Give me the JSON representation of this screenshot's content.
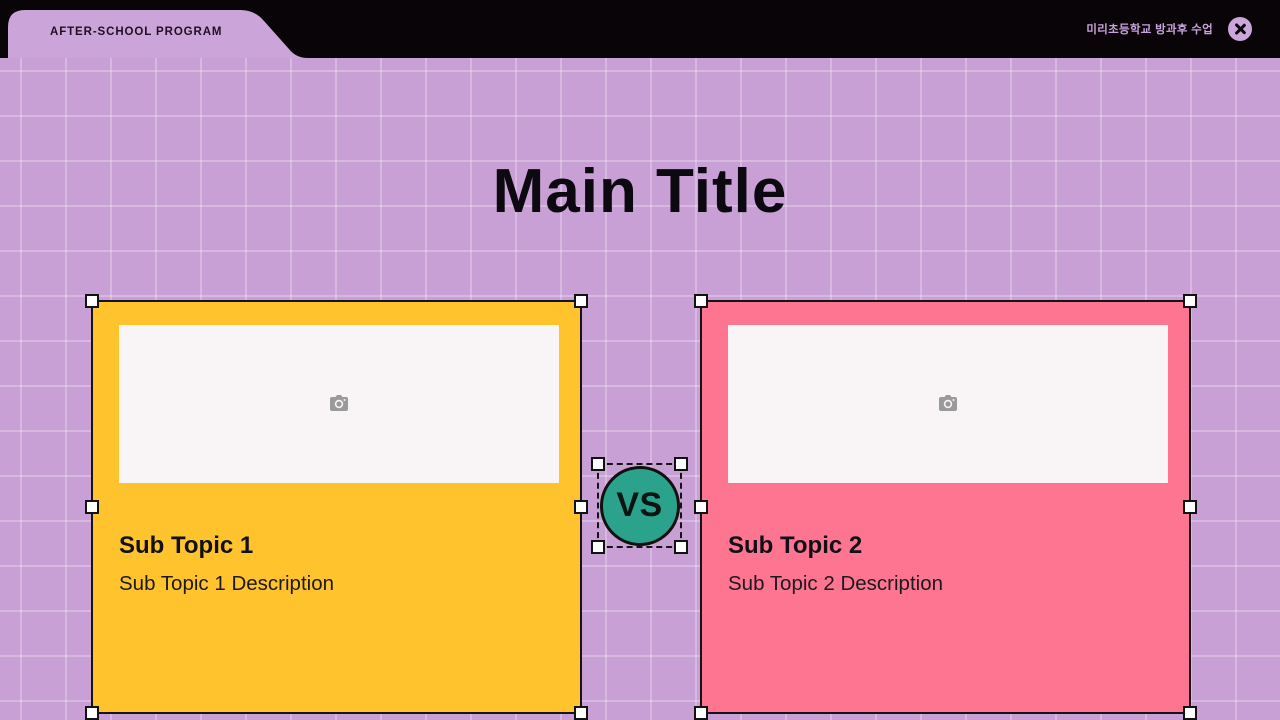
{
  "topbar": {
    "tab_label": "AFTER-SCHOOL PROGRAM",
    "doc_title": "미리초등학교 방과후 수업",
    "close_icon": "close-icon"
  },
  "slide": {
    "title": "Main Title",
    "vs": {
      "label": "VS",
      "color": "#2ba28c"
    },
    "cards": [
      {
        "title": "Sub Topic 1",
        "description": "Sub Topic 1 Description",
        "color": "#ffc32d",
        "placeholder_icon": "camera-icon"
      },
      {
        "title": "Sub Topic 2",
        "description": "Sub Topic 2 Description",
        "color": "#fd7590",
        "placeholder_icon": "camera-icon"
      }
    ]
  },
  "colors": {
    "topbar_background": "#080408",
    "tab_background": "#cba5d9",
    "canvas_background": "#c9a0d5",
    "card_yellow": "#ffc32d",
    "card_pink": "#fd7590",
    "vs_teal": "#2ba28c",
    "placeholder_white": "#f9f5f7",
    "handle_fill": "#ffffff"
  }
}
